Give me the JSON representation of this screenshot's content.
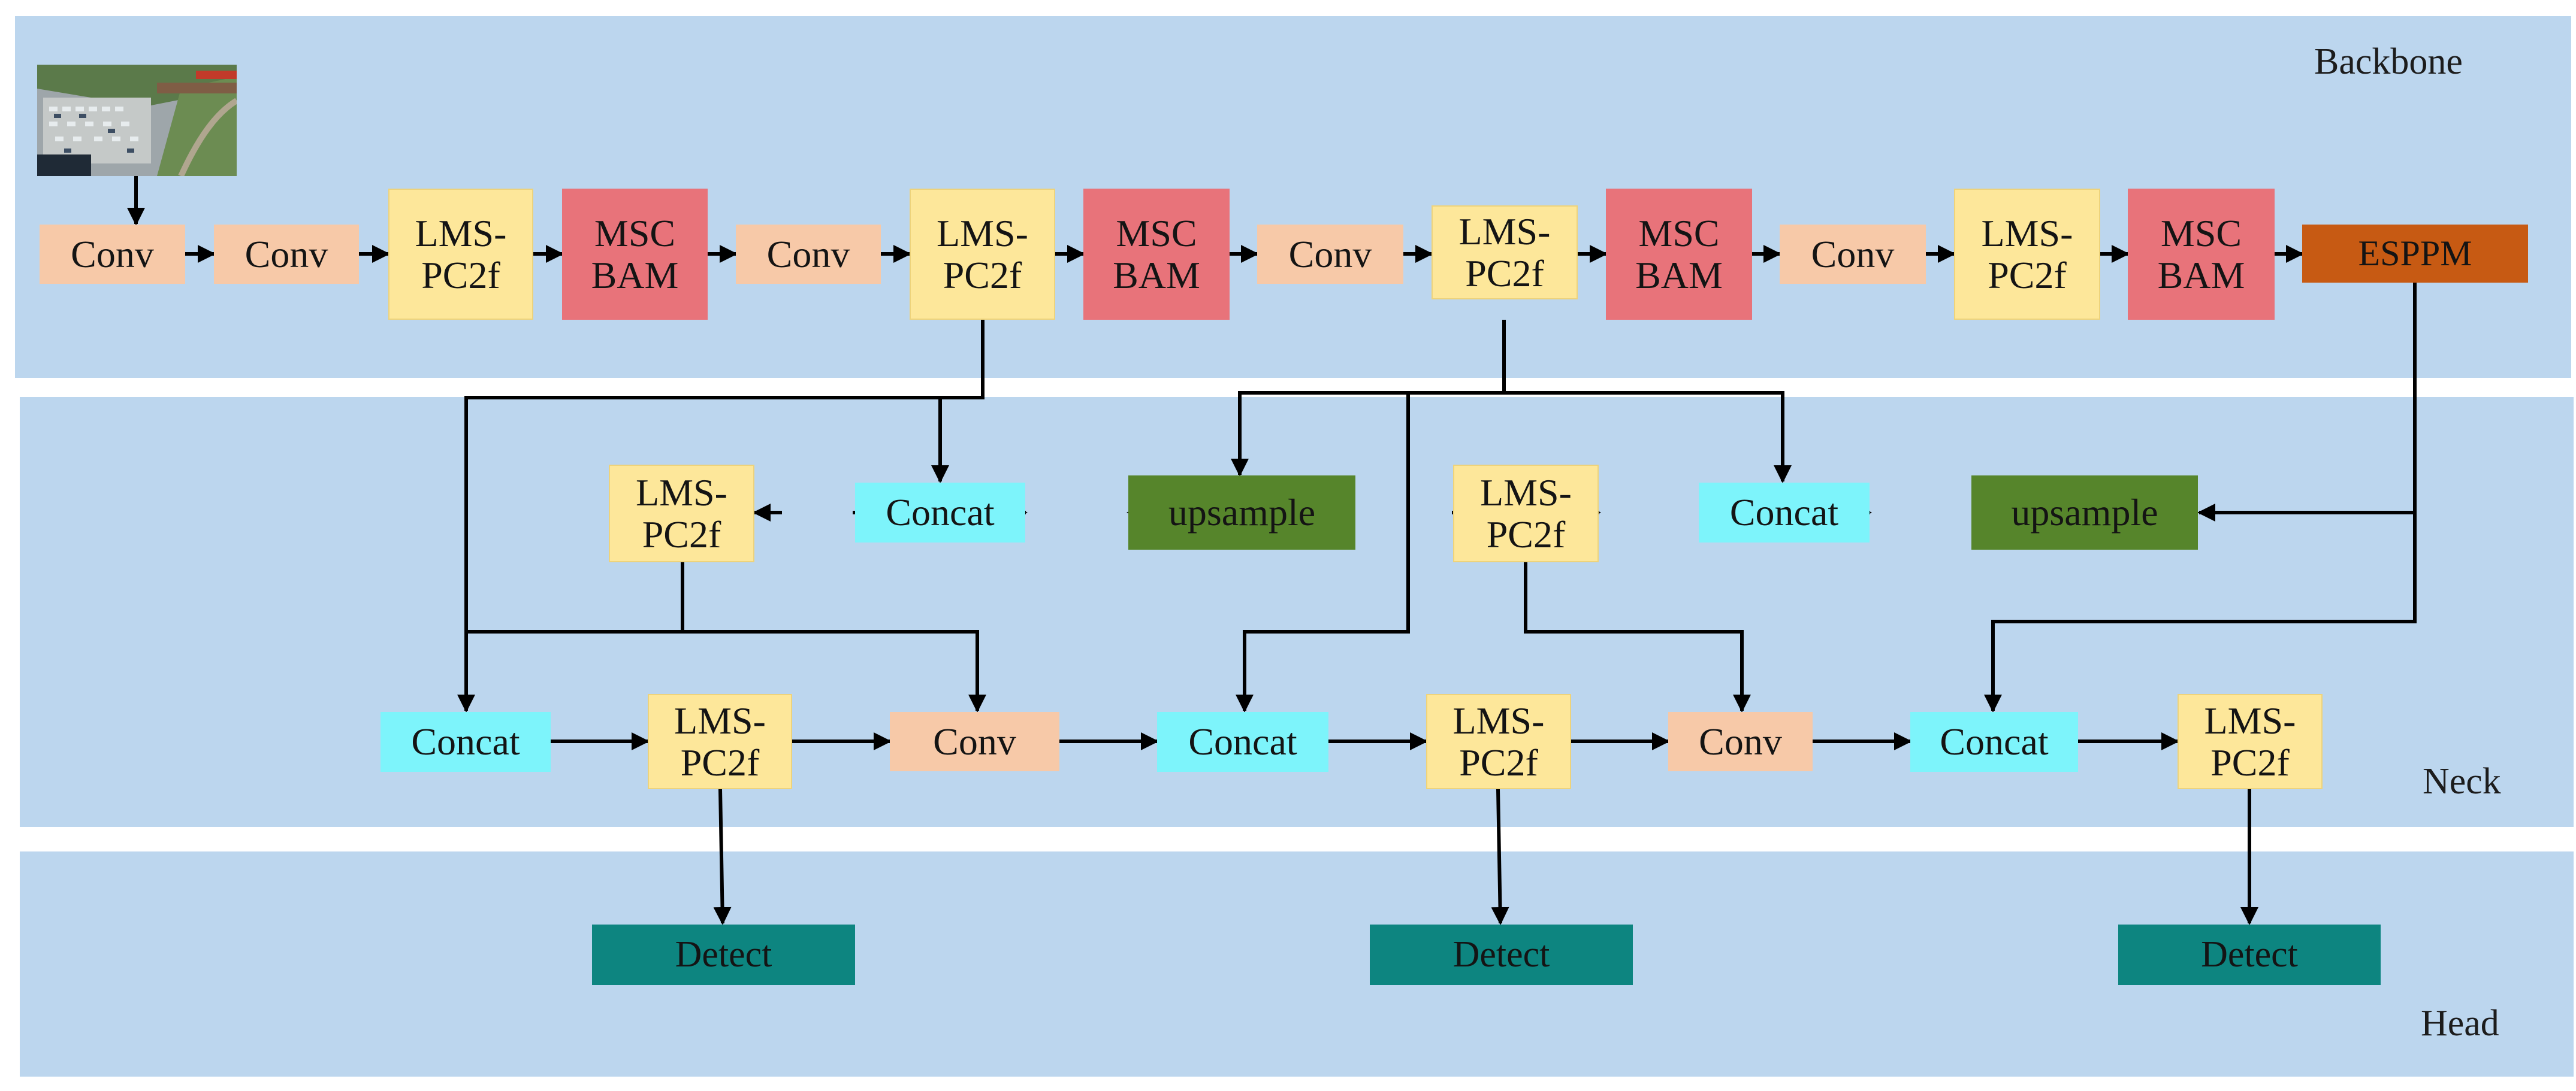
{
  "sections": {
    "backbone": "Backbone",
    "neck": "Neck",
    "head": "Head"
  },
  "blocks": {
    "conv": "Conv",
    "lms_line1": "LMS-",
    "lms_line2": "PC2f",
    "msc_line1": "MSC",
    "msc_line2": "BAM",
    "esppm": "ESPPM",
    "concat": "Concat",
    "upsample": "upsample",
    "detect": "Detect"
  },
  "colors": {
    "panel": "#bcd6ee",
    "conv": "#f7c9a8",
    "lms_pc2f": "#fde79a",
    "msc_bam": "#e8737a",
    "esppm": "#c75a13",
    "concat": "#7df4fb",
    "upsample": "#56852b",
    "detect": "#0d8580"
  },
  "input_image": "aerial-photo-icon"
}
